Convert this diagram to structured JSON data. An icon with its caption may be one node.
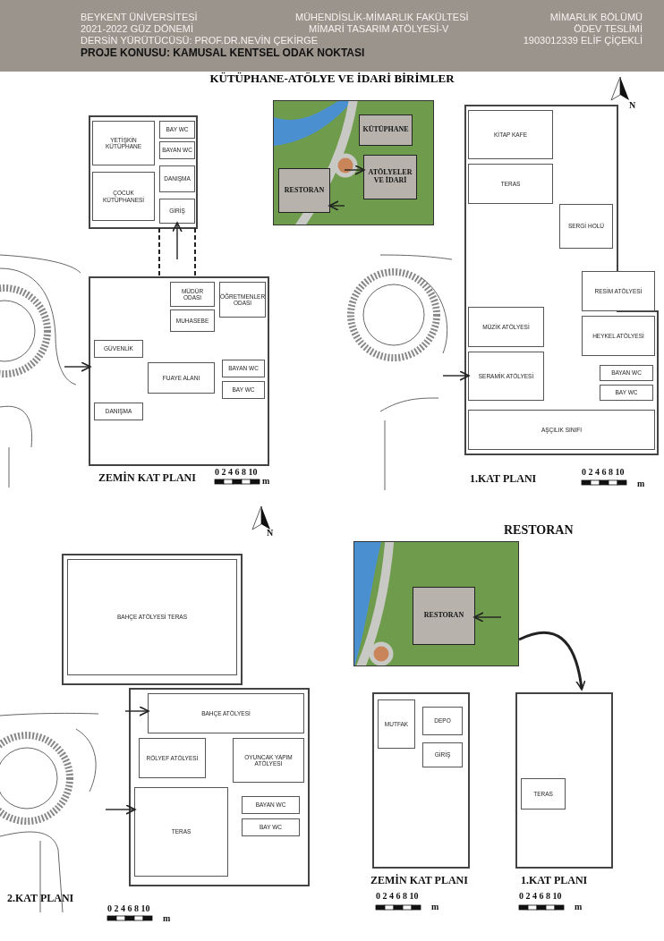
{
  "diagram": {
    "title": "KÜTÜPHANE-ATÖLYE VE İDARİ BİRİMLER",
    "nodes": [
      {
        "text": [],
        "shape": "picture"
      },
      {
        "text": [
          "KÜTÜPHANE"
        ],
        "in": 0
      },
      {
        "text": [
          "ATÖLYELER VE İDARİ"
        ],
        "in": 0
      },
      {
        "text": [
          "RESTORAN"
        ],
        "in": 0
      },
      {
        "text": [
          "ZEMİN KAT PLANI"
        ]
      },
      {
        "text": [
          "YETİŞKİN KÜTÜPHANE"
        ],
        "in": 4
      },
      {
        "text": [
          "ÇOCUK KÜTÜPHANESİ"
        ],
        "in": 4
      },
      {
        "text": [
          "BAY WC"
        ],
        "in": 4
      },
      {
        "text": [
          "BAYAN WC"
        ],
        "in": 4
      },
      {
        "text": [
          "DANIŞMA"
        ],
        "in": 4
      },
      {
        "text": [
          "GİRİŞ"
        ],
        "in": 4
      },
      {
        "text": [
          "MÜDÜR ODASI"
        ],
        "in": 4
      },
      {
        "text": [
          "ÖĞRETMENLER ODASI"
        ],
        "in": 4
      },
      {
        "text": [
          "MUHASEBE"
        ],
        "in": 4
      },
      {
        "text": [
          "GÜVENLİK"
        ],
        "in": 4
      },
      {
        "text": [
          "FUAYE ALANI"
        ],
        "in": 4
      },
      {
        "text": [
          "BAYAN WC"
        ],
        "in": 4
      },
      {
        "text": [
          "BAY WC"
        ],
        "in": 4
      },
      {
        "text": [
          "DANIŞMA"
        ],
        "in": 4
      },
      {
        "text": [
          "1.KAT PLANI"
        ]
      },
      {
        "text": [
          "KİTAP KAFE"
        ],
        "in": 19
      },
      {
        "text": [
          "TERAS"
        ],
        "in": 19
      },
      {
        "text": [
          "SERGİ HOLÜ"
        ],
        "in": 19
      },
      {
        "text": [
          "RESİM ATÖLYESİ"
        ],
        "in": 19
      },
      {
        "text": [
          "MÜZİK ATÖLYESİ"
        ],
        "in": 19
      },
      {
        "text": [
          "HEYKEL ATÖLYESİ"
        ],
        "in": 19
      },
      {
        "text": [
          "SERAMİK ATÖLYESİ"
        ],
        "in": 19
      },
      {
        "text": [
          "BAYAN WC"
        ],
        "in": 19
      },
      {
        "text": [
          "BAY WC"
        ],
        "in": 19
      },
      {
        "text": [
          "AŞÇILIK SINIFI"
        ],
        "in": 19
      },
      {
        "text": [
          "2.KAT PLANI"
        ]
      },
      {
        "text": [
          "BAHÇE ATÖLYESİ TERAS"
        ],
        "in": 30
      },
      {
        "text": [
          "BAHÇE ATÖLYESİ"
        ],
        "in": 30
      },
      {
        "text": [
          "RÖLYEF ATÖLYESİ"
        ],
        "in": 30
      },
      {
        "text": [
          "OYUNCAK YAPIM ATÖLYESİ"
        ],
        "in": 30
      },
      {
        "text": [
          "TERAS"
        ],
        "in": 30
      },
      {
        "text": [
          "BAYAN WC"
        ],
        "in": 30
      },
      {
        "text": [
          "BAY WC"
        ],
        "in": 30
      },
      {
        "text": [],
        "shape": "picture"
      },
      {
        "text": [
          "RESTORAN"
        ],
        "in": 38
      },
      {
        "text": [
          "ZEMİN KAT PLANI"
        ]
      },
      {
        "text": [
          "MUTFAK"
        ],
        "in": 40
      },
      {
        "text": [
          "DEPO"
        ],
        "in": 40
      },
      {
        "text": [
          "GİRİŞ"
        ],
        "in": 40
      },
      {
        "text": [
          "1.KAT PLANI"
        ]
      },
      {
        "text": [
          "TERAS"
        ],
        "in": 44
      }
    ],
    "edges": [
      {
        "from": null,
        "to": 10,
        "arrow": "to"
      },
      {
        "from": null,
        "to": 4,
        "arrow": "to"
      },
      {
        "from": null,
        "to": 2,
        "arrow": "to"
      },
      {
        "from": null,
        "to": 3,
        "arrow": "to"
      },
      {
        "from": null,
        "to": 26,
        "arrow": "to"
      },
      {
        "from": null,
        "to": 32,
        "arrow": "to"
      },
      {
        "from": null,
        "to": 35,
        "arrow": "to"
      },
      {
        "from": null,
        "to": 39,
        "arrow": "to"
      },
      {
        "from": 38,
        "to": 44,
        "arrow": "to",
        "style": "thick"
      }
    ],
    "labels": [
      "BEYKENT ÜNİVERSİTESİ",
      "MÜHENDİSLİK-MİMARLIK FAKÜLTESİ",
      "MİMARLIK BÖLÜMÜ",
      "2021-2022 GÜZ DÖNEMİ",
      "MİMARİ TASARIM ATÖLYESİ-V",
      "ÖDEV TESLİMİ",
      "DERSİN YÜRÜTÜCÜSÜ: PROF.DR.NEVİN ÇEKİRGE",
      "1903012339 ELİF ÇİÇEKLİ",
      "PROJE KONUSU: KAMUSAL KENTSEL ODAK NOKTASI",
      "N",
      "0 2 4 6 8 10",
      "m",
      "0 2 4 6 8 10",
      "m",
      "N",
      "RESTORAN",
      "0 2 4 6 8 10",
      "m",
      "0 2 4 6 8 10",
      "m",
      "0 2 4 6 8 10",
      "m"
    ]
  }
}
